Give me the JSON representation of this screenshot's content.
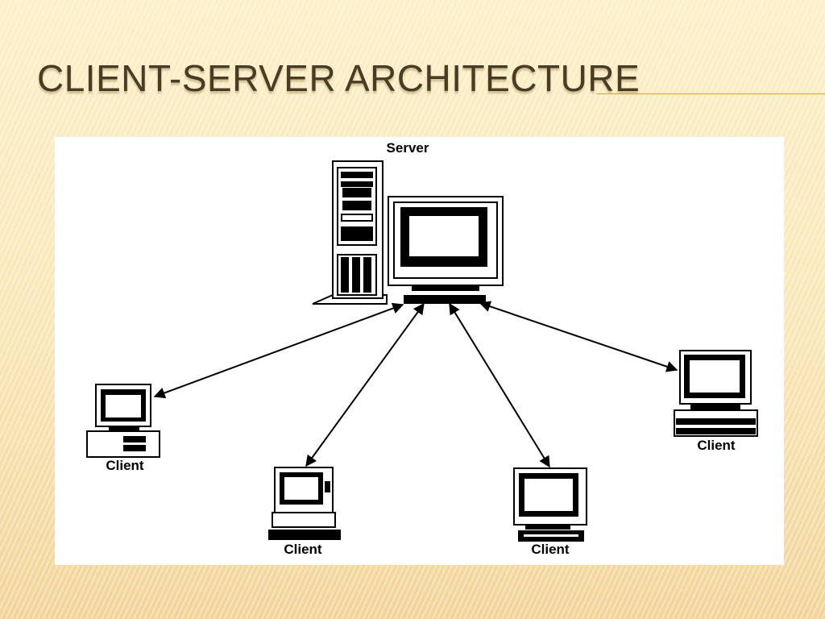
{
  "slide": {
    "title": "CLIENT-SERVER ARCHITECTURE"
  },
  "diagram": {
    "server_label": "Server",
    "client_labels": [
      "Client",
      "Client",
      "Client",
      "Client"
    ]
  },
  "colors": {
    "title": "#4a3b24",
    "rule": "#d4a14e",
    "panel": "#ffffff",
    "ink": "#000000"
  }
}
